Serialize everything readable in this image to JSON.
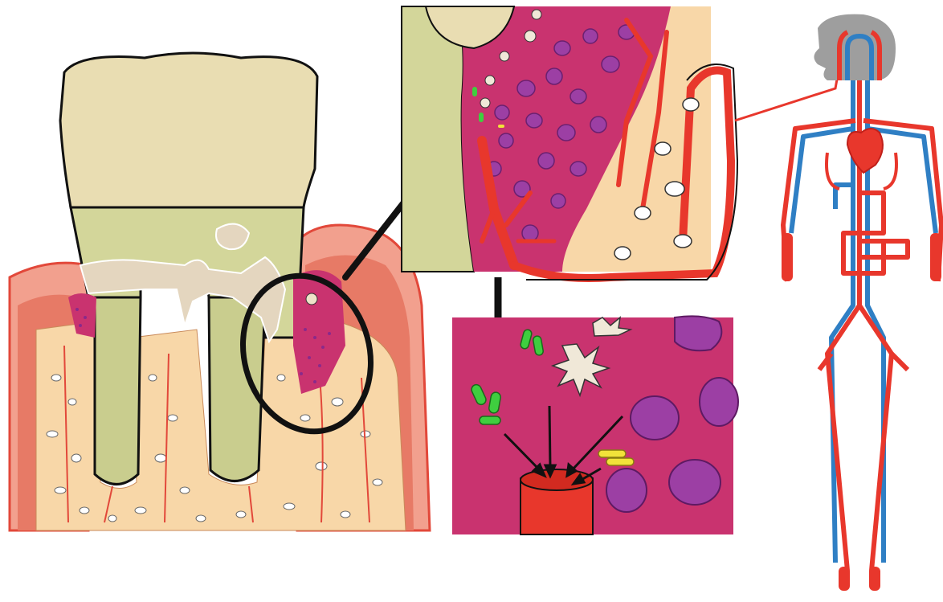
{
  "figure": {
    "panels": [
      "tooth-with-periodontitis",
      "tissue-closeup",
      "bacteria-vessel-closeup",
      "body-circulation"
    ],
    "colors": {
      "background": "#ffffff",
      "crown": "#e9ddb2",
      "root": "#c9cd8e",
      "calculus": "#e4d6bf",
      "gingiva": "#e77a66",
      "gum-red": "#e2483a",
      "inflamed-tissue": "#c9336f",
      "bone": "#f8d7a8",
      "artery": "#e8372c",
      "vein": "#2f7fc4",
      "immune-cell": "#9c3fa4",
      "bacteria-green": "#3fce3f",
      "bacteria-yellow": "#f2e23a",
      "outline": "#111111"
    },
    "icons": [
      "tooth",
      "magnifier-circle",
      "arrow",
      "blood-vessel",
      "bacteria",
      "immune-cell",
      "human-body"
    ]
  }
}
